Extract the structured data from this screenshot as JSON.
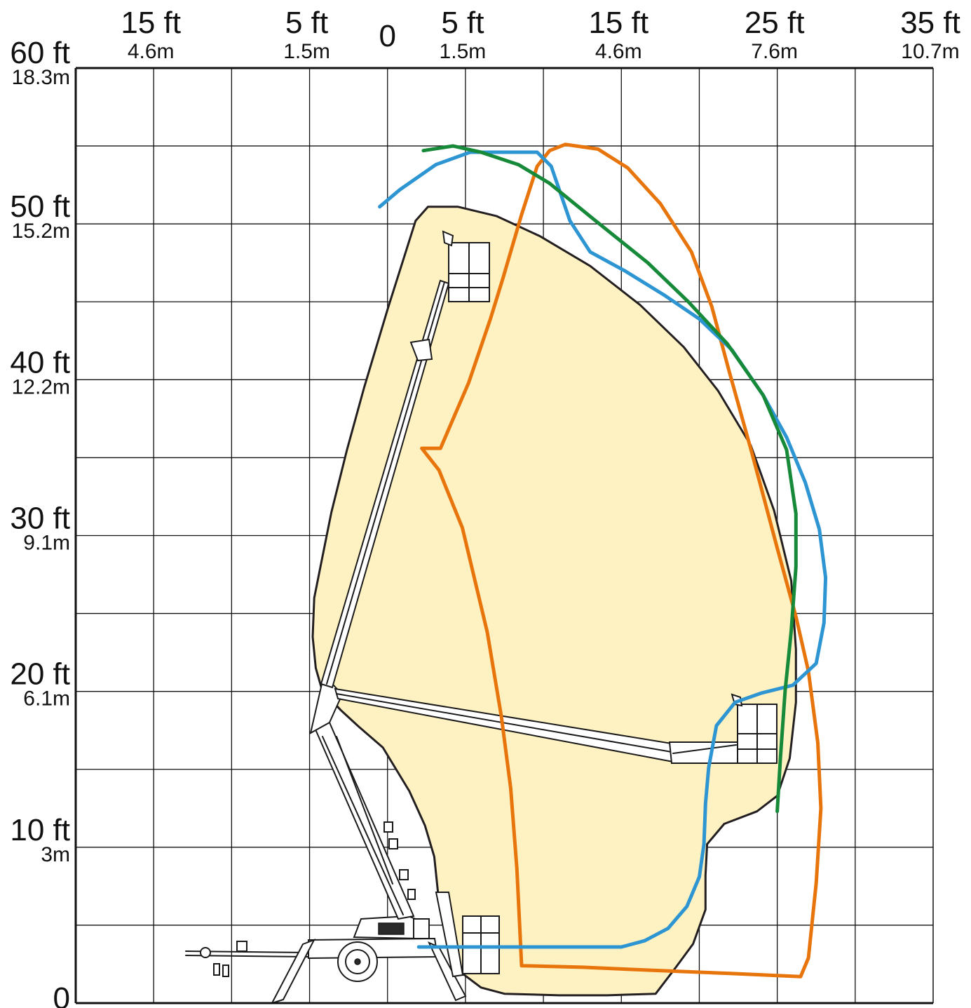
{
  "chart_data": {
    "type": "line",
    "colors": {
      "zone_fill": "#fff2c2",
      "zone_stroke": "#231f20",
      "orange": "#e8740c",
      "blue": "#2e95d3",
      "green": "#178a3a"
    },
    "x_ticks": [
      {
        "value": -15,
        "ft": "15 ft",
        "m": "4.6m"
      },
      {
        "value": -5,
        "ft": "5 ft",
        "m": "1.5m"
      },
      {
        "value": 0,
        "ft": "0",
        "m": ""
      },
      {
        "value": 5,
        "ft": "5 ft",
        "m": "1.5m"
      },
      {
        "value": 15,
        "ft": "15 ft",
        "m": "4.6m"
      },
      {
        "value": 25,
        "ft": "25 ft",
        "m": "7.6m"
      },
      {
        "value": 35,
        "ft": "35 ft",
        "m": "10.7m"
      }
    ],
    "y_ticks": [
      {
        "value": 60,
        "ft": "60 ft",
        "m": "18.3m"
      },
      {
        "value": 50,
        "ft": "50 ft",
        "m": "15.2m"
      },
      {
        "value": 40,
        "ft": "40 ft",
        "m": "12.2m"
      },
      {
        "value": 30,
        "ft": "30 ft",
        "m": "9.1m"
      },
      {
        "value": 20,
        "ft": "20 ft",
        "m": "6.1m"
      },
      {
        "value": 10,
        "ft": "10 ft",
        "m": "3m"
      },
      {
        "value": 0,
        "ft": "0",
        "m": ""
      }
    ],
    "xlim": [
      -20,
      35
    ],
    "ylim": [
      0,
      60
    ],
    "grid": true,
    "zone": [
      [
        -4.2,
        20.1
      ],
      [
        -4.6,
        21.5
      ],
      [
        -4.8,
        23.5
      ],
      [
        -4.7,
        26
      ],
      [
        -4.2,
        28.5
      ],
      [
        -3.6,
        31.5
      ],
      [
        -2.6,
        35.5
      ],
      [
        -1.5,
        39.5
      ],
      [
        0,
        44.5
      ],
      [
        1.8,
        50.2
      ],
      [
        2.6,
        51.1
      ],
      [
        4.5,
        51.1
      ],
      [
        7,
        50.5
      ],
      [
        9.8,
        49.2
      ],
      [
        13,
        47.3
      ],
      [
        16.2,
        44.8
      ],
      [
        19,
        42.1
      ],
      [
        21.2,
        39.3
      ],
      [
        23.3,
        35.8
      ],
      [
        24.8,
        31.6
      ],
      [
        25.9,
        27.1
      ],
      [
        26.2,
        22.7
      ],
      [
        26.2,
        19.3
      ],
      [
        25.8,
        15.7
      ],
      [
        25,
        13.3
      ],
      [
        23.7,
        12.3
      ],
      [
        21.6,
        11.5
      ],
      [
        20.5,
        10.2
      ],
      [
        20.4,
        8.2
      ],
      [
        20.4,
        6
      ],
      [
        19.6,
        3.8
      ],
      [
        18.5,
        2.3
      ],
      [
        17.2,
        0.6
      ],
      [
        14.1,
        0.5
      ],
      [
        11,
        0.5
      ],
      [
        7.5,
        0.6
      ],
      [
        6,
        1
      ],
      [
        4.4,
        2.2
      ],
      [
        3.8,
        4
      ],
      [
        3.3,
        6.5
      ],
      [
        3,
        9.4
      ],
      [
        2.4,
        11.4
      ],
      [
        1.4,
        13.6
      ],
      [
        -0.3,
        16.4
      ],
      [
        -1.8,
        17.7
      ],
      [
        -3,
        18.8
      ],
      [
        -4.2,
        20.1
      ]
    ],
    "series": [
      {
        "points": [
          [
            2.2,
            35.6
          ],
          [
            3.3,
            34.2
          ],
          [
            4.8,
            30.5
          ],
          [
            6.4,
            23.8
          ],
          [
            7.3,
            18.4
          ],
          [
            7.9,
            13.8
          ],
          [
            8.3,
            8.6
          ],
          [
            8.6,
            2.4
          ],
          [
            12.5,
            2.3
          ],
          [
            17,
            2.1
          ],
          [
            22,
            1.9
          ],
          [
            26.5,
            1.7
          ],
          [
            27,
            2.9
          ],
          [
            27.5,
            7.7
          ],
          [
            27.8,
            12.5
          ],
          [
            27.6,
            16.7
          ],
          [
            27,
            21.3
          ],
          [
            26.2,
            24.8
          ],
          [
            25,
            29.2
          ],
          [
            23.4,
            35.2
          ],
          [
            21.9,
            40.6
          ],
          [
            20.8,
            44.7
          ],
          [
            19.5,
            48.2
          ],
          [
            17.5,
            51.3
          ],
          [
            15.4,
            53.6
          ],
          [
            13.5,
            54.8
          ],
          [
            11.4,
            55.1
          ],
          [
            10.4,
            54.7
          ],
          [
            9.6,
            53.7
          ],
          [
            8.6,
            50.6
          ],
          [
            7.4,
            46.5
          ],
          [
            6.6,
            43.9
          ],
          [
            5.2,
            39.8
          ],
          [
            3.4,
            35.6
          ],
          [
            2.2,
            35.6
          ]
        ]
      },
      {
        "points": [
          [
            2,
            3.6
          ],
          [
            7.5,
            3.6
          ],
          [
            12.2,
            3.6
          ],
          [
            15,
            3.6
          ],
          [
            16.5,
            4
          ],
          [
            18,
            4.8
          ],
          [
            19.2,
            6.2
          ],
          [
            20,
            8.1
          ],
          [
            20.3,
            10.2
          ],
          [
            20.4,
            12.8
          ],
          [
            20.6,
            15.1
          ],
          [
            21.1,
            17.8
          ],
          [
            22.3,
            19.3
          ],
          [
            24,
            19.9
          ],
          [
            26,
            20.4
          ],
          [
            27.5,
            21.8
          ],
          [
            28,
            24.4
          ],
          [
            28.1,
            27.3
          ],
          [
            27.7,
            30.4
          ],
          [
            26.8,
            33.4
          ],
          [
            25.6,
            36.3
          ],
          [
            24.1,
            39
          ],
          [
            22.1,
            41.9
          ],
          [
            20,
            43.9
          ],
          [
            17.8,
            45.4
          ],
          [
            15.2,
            47
          ],
          [
            13,
            48.2
          ],
          [
            11.7,
            50.2
          ],
          [
            10.5,
            53.7
          ],
          [
            9.6,
            54.6
          ],
          [
            5.3,
            54.6
          ],
          [
            3.1,
            53.8
          ],
          [
            0.8,
            52.2
          ],
          [
            -0.5,
            51.1
          ]
        ]
      },
      {
        "points": [
          [
            25,
            12.3
          ],
          [
            25.2,
            15.7
          ],
          [
            25.5,
            20
          ],
          [
            25.9,
            23.9
          ],
          [
            26.2,
            28
          ],
          [
            26.2,
            31.4
          ],
          [
            25.6,
            35.5
          ],
          [
            24.1,
            39
          ],
          [
            21.8,
            42.3
          ],
          [
            19.3,
            45
          ],
          [
            16.7,
            47.5
          ],
          [
            13.1,
            50.4
          ],
          [
            10.4,
            52.6
          ],
          [
            8.4,
            53.8
          ],
          [
            6,
            54.6
          ],
          [
            4.2,
            55
          ],
          [
            2.3,
            54.7
          ]
        ]
      }
    ]
  }
}
